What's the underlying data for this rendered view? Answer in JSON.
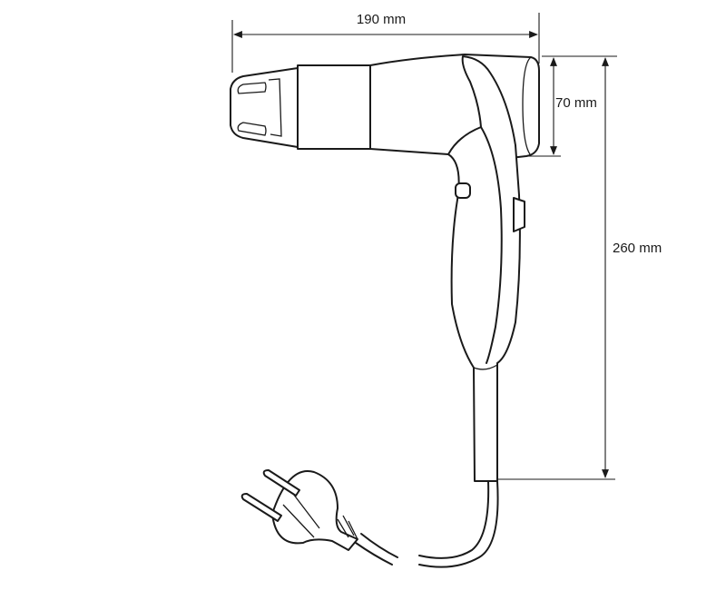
{
  "diagram": {
    "dimensions": {
      "width_label": "190 mm",
      "nozzle_label": "70 mm",
      "height_label": "260 mm"
    },
    "line_color": "#1a1a1a",
    "background": "#ffffff"
  }
}
